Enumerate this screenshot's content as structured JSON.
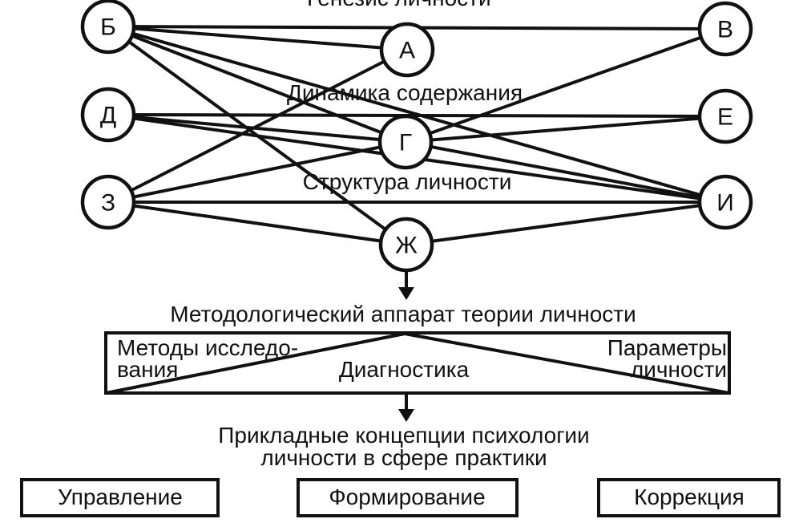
{
  "nodes": [
    {
      "id": "B",
      "label": "Б"
    },
    {
      "id": "A",
      "label": "А"
    },
    {
      "id": "V",
      "label": "В"
    },
    {
      "id": "D",
      "label": "Д"
    },
    {
      "id": "G",
      "label": "Г"
    },
    {
      "id": "E",
      "label": "Е"
    },
    {
      "id": "Z",
      "label": "З"
    },
    {
      "id": "I",
      "label": "И"
    },
    {
      "id": "Zh",
      "label": "Ж"
    }
  ],
  "edges": [
    [
      "B",
      "V"
    ],
    [
      "B",
      "A"
    ],
    [
      "B",
      "G"
    ],
    [
      "B",
      "I"
    ],
    [
      "B",
      "Zh"
    ],
    [
      "D",
      "E"
    ],
    [
      "D",
      "G"
    ],
    [
      "D",
      "I"
    ],
    [
      "Z",
      "A"
    ],
    [
      "Z",
      "G"
    ],
    [
      "Z",
      "I"
    ],
    [
      "Z",
      "Zh"
    ],
    [
      "G",
      "V"
    ],
    [
      "G",
      "E"
    ],
    [
      "G",
      "I"
    ],
    [
      "Zh",
      "I"
    ]
  ],
  "labels": {
    "genesis": "Генезис личности",
    "dynamics": "Динамика содержания",
    "structure": "Структура личности",
    "apparatus": "Методологический аппарат теории личности",
    "methods_line1": "Методы исследо-",
    "methods_line2": "вания",
    "diagnostics": "Диагностика",
    "params_line1": "Параметры",
    "params_line2": "личности",
    "applied_line1": "Прикладные концепции психологии",
    "applied_line2": "личности в сфере практики"
  },
  "bottom_boxes": [
    "Управление",
    "Формирование",
    "Коррекция"
  ]
}
